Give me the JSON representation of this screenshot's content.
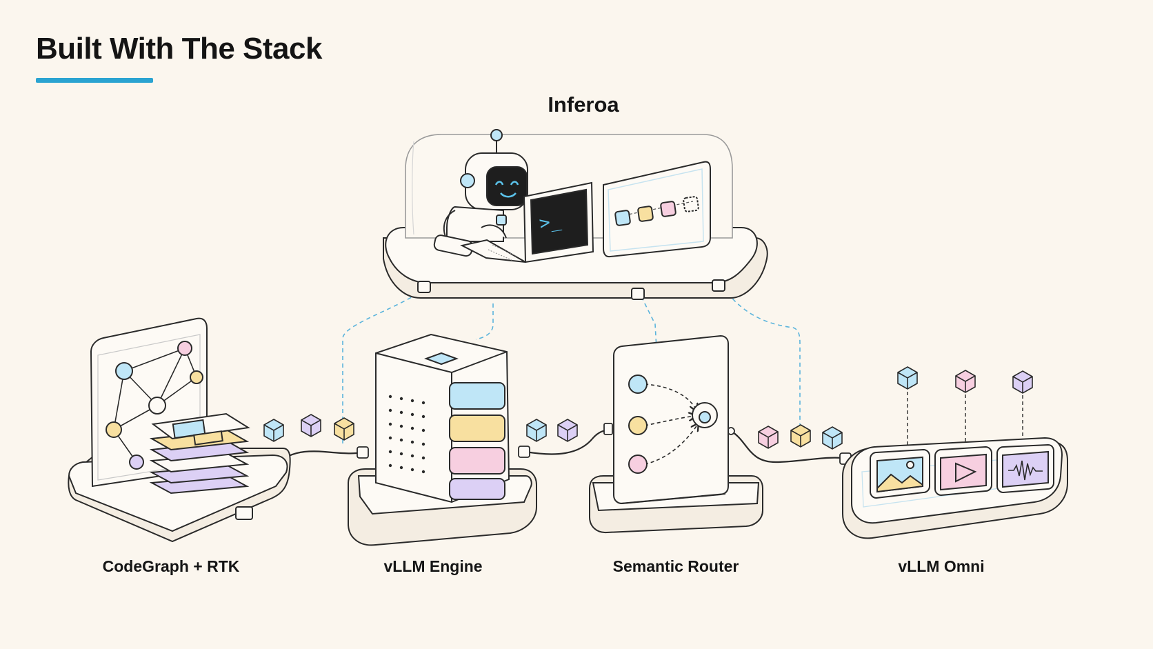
{
  "title": "Built With The Stack",
  "nodes": {
    "hub": {
      "label": "Inferoa"
    },
    "codegraph": {
      "label": "CodeGraph + RTK"
    },
    "vllm_engine": {
      "label": "vLLM Engine"
    },
    "semantic_router": {
      "label": "Semantic Router"
    },
    "vllm_omni": {
      "label": "vLLM Omni"
    }
  },
  "terminal_prompt": ">_",
  "colors": {
    "accent": "#2aa3d1",
    "blue": "#bfe6f7",
    "yellow": "#f8e0a0",
    "pink": "#f7cfe0",
    "purple": "#dcd0f5",
    "ink": "#2a2a2a"
  }
}
